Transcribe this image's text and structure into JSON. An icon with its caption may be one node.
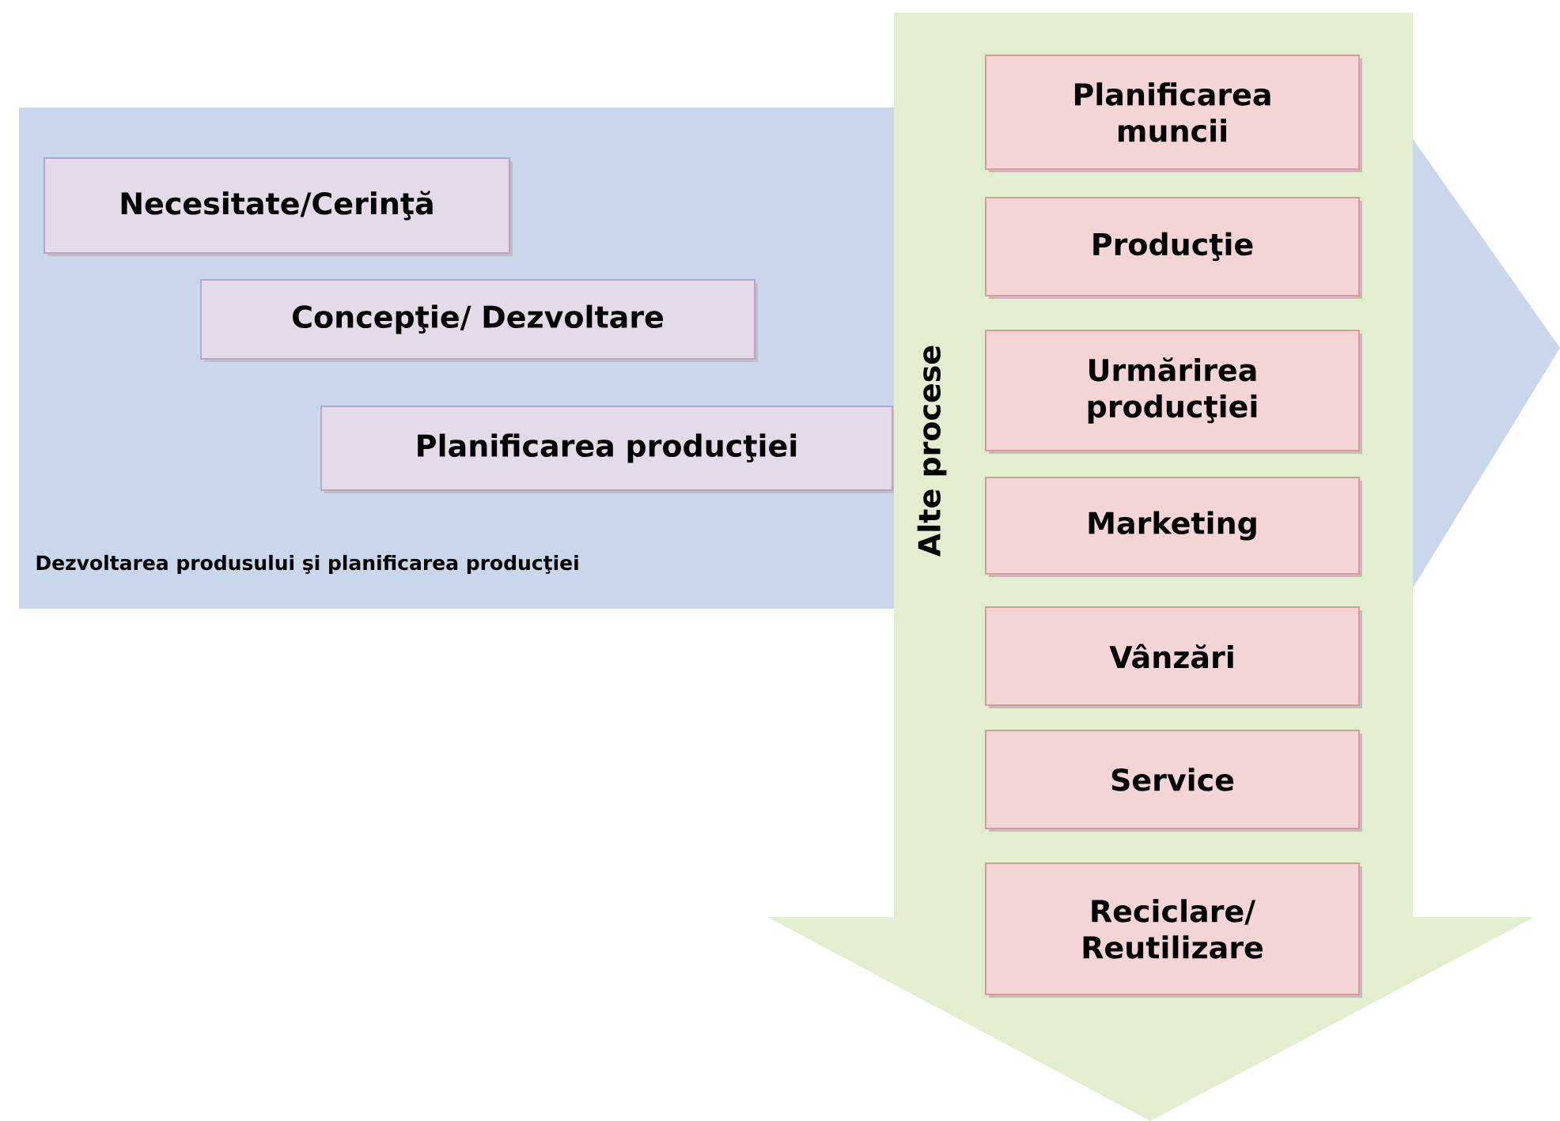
{
  "diagram": {
    "nodes": [
      {
        "text": [
          "Dezvoltarea produsului şi planificarea producţiei"
        ]
      },
      {
        "text": [
          "Necesitate/Cerinţă"
        ],
        "in": 0
      },
      {
        "text": [
          "Concepţie/ Dezvoltare"
        ],
        "in": 0
      },
      {
        "text": [
          "Planificarea producţiei"
        ],
        "in": 0
      },
      {
        "text": [
          "Alte procese"
        ]
      },
      {
        "text": [
          "Planificarea muncii"
        ],
        "in": 4
      },
      {
        "text": [
          "Producţie"
        ],
        "in": 4
      },
      {
        "text": [
          "Urmărirea producţiei"
        ],
        "in": 4
      },
      {
        "text": [
          "Marketing"
        ],
        "in": 4
      },
      {
        "text": [
          "Vânzări"
        ],
        "in": 4
      },
      {
        "text": [
          "Service"
        ],
        "in": 4
      },
      {
        "text": [
          "Reciclare/ Reutilizare"
        ],
        "in": 4
      }
    ]
  }
}
